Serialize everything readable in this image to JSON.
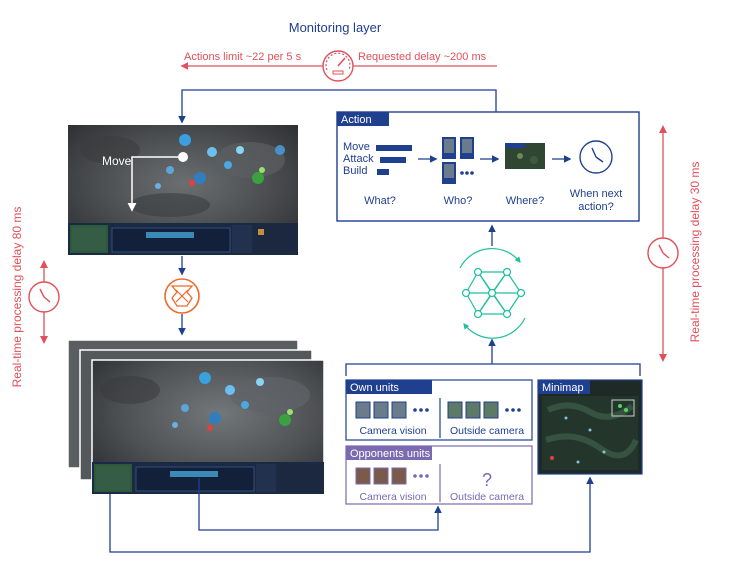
{
  "colors": {
    "navy": "#1f3f8f",
    "red": "#e0505a",
    "teal": "#1fbfa0",
    "purple": "#7a6ab0",
    "orange": "#ee6a2a",
    "hud": "#1a2a44"
  },
  "monitoring": {
    "title": "Monitoring layer",
    "actions_limit": "Actions limit ~22 per 5 s",
    "requested_delay": "Requested delay ~200 ms",
    "icon": "speedometer-icon"
  },
  "left_delay": {
    "label": "Real-time processing delay 80 ms",
    "icon": "clock-icon"
  },
  "right_delay": {
    "label": "Real-time processing delay 30 ms",
    "icon": "clock-icon"
  },
  "game_screen": {
    "move_label": "Move"
  },
  "action_panel": {
    "title": "Action",
    "commands": [
      "Move",
      "Attack",
      "Build"
    ],
    "captions": {
      "what": "What?",
      "who": "Who?",
      "where": "Where?",
      "when_line1": "When next",
      "when_line2": "action?"
    }
  },
  "own_units": {
    "title": "Own units",
    "camera": "Camera vision",
    "outside": "Outside camera"
  },
  "opponents_units": {
    "title": "Opponents units",
    "camera": "Camera vision",
    "outside": "Outside camera",
    "unknown": "?"
  },
  "minimap": {
    "title": "Minimap"
  }
}
